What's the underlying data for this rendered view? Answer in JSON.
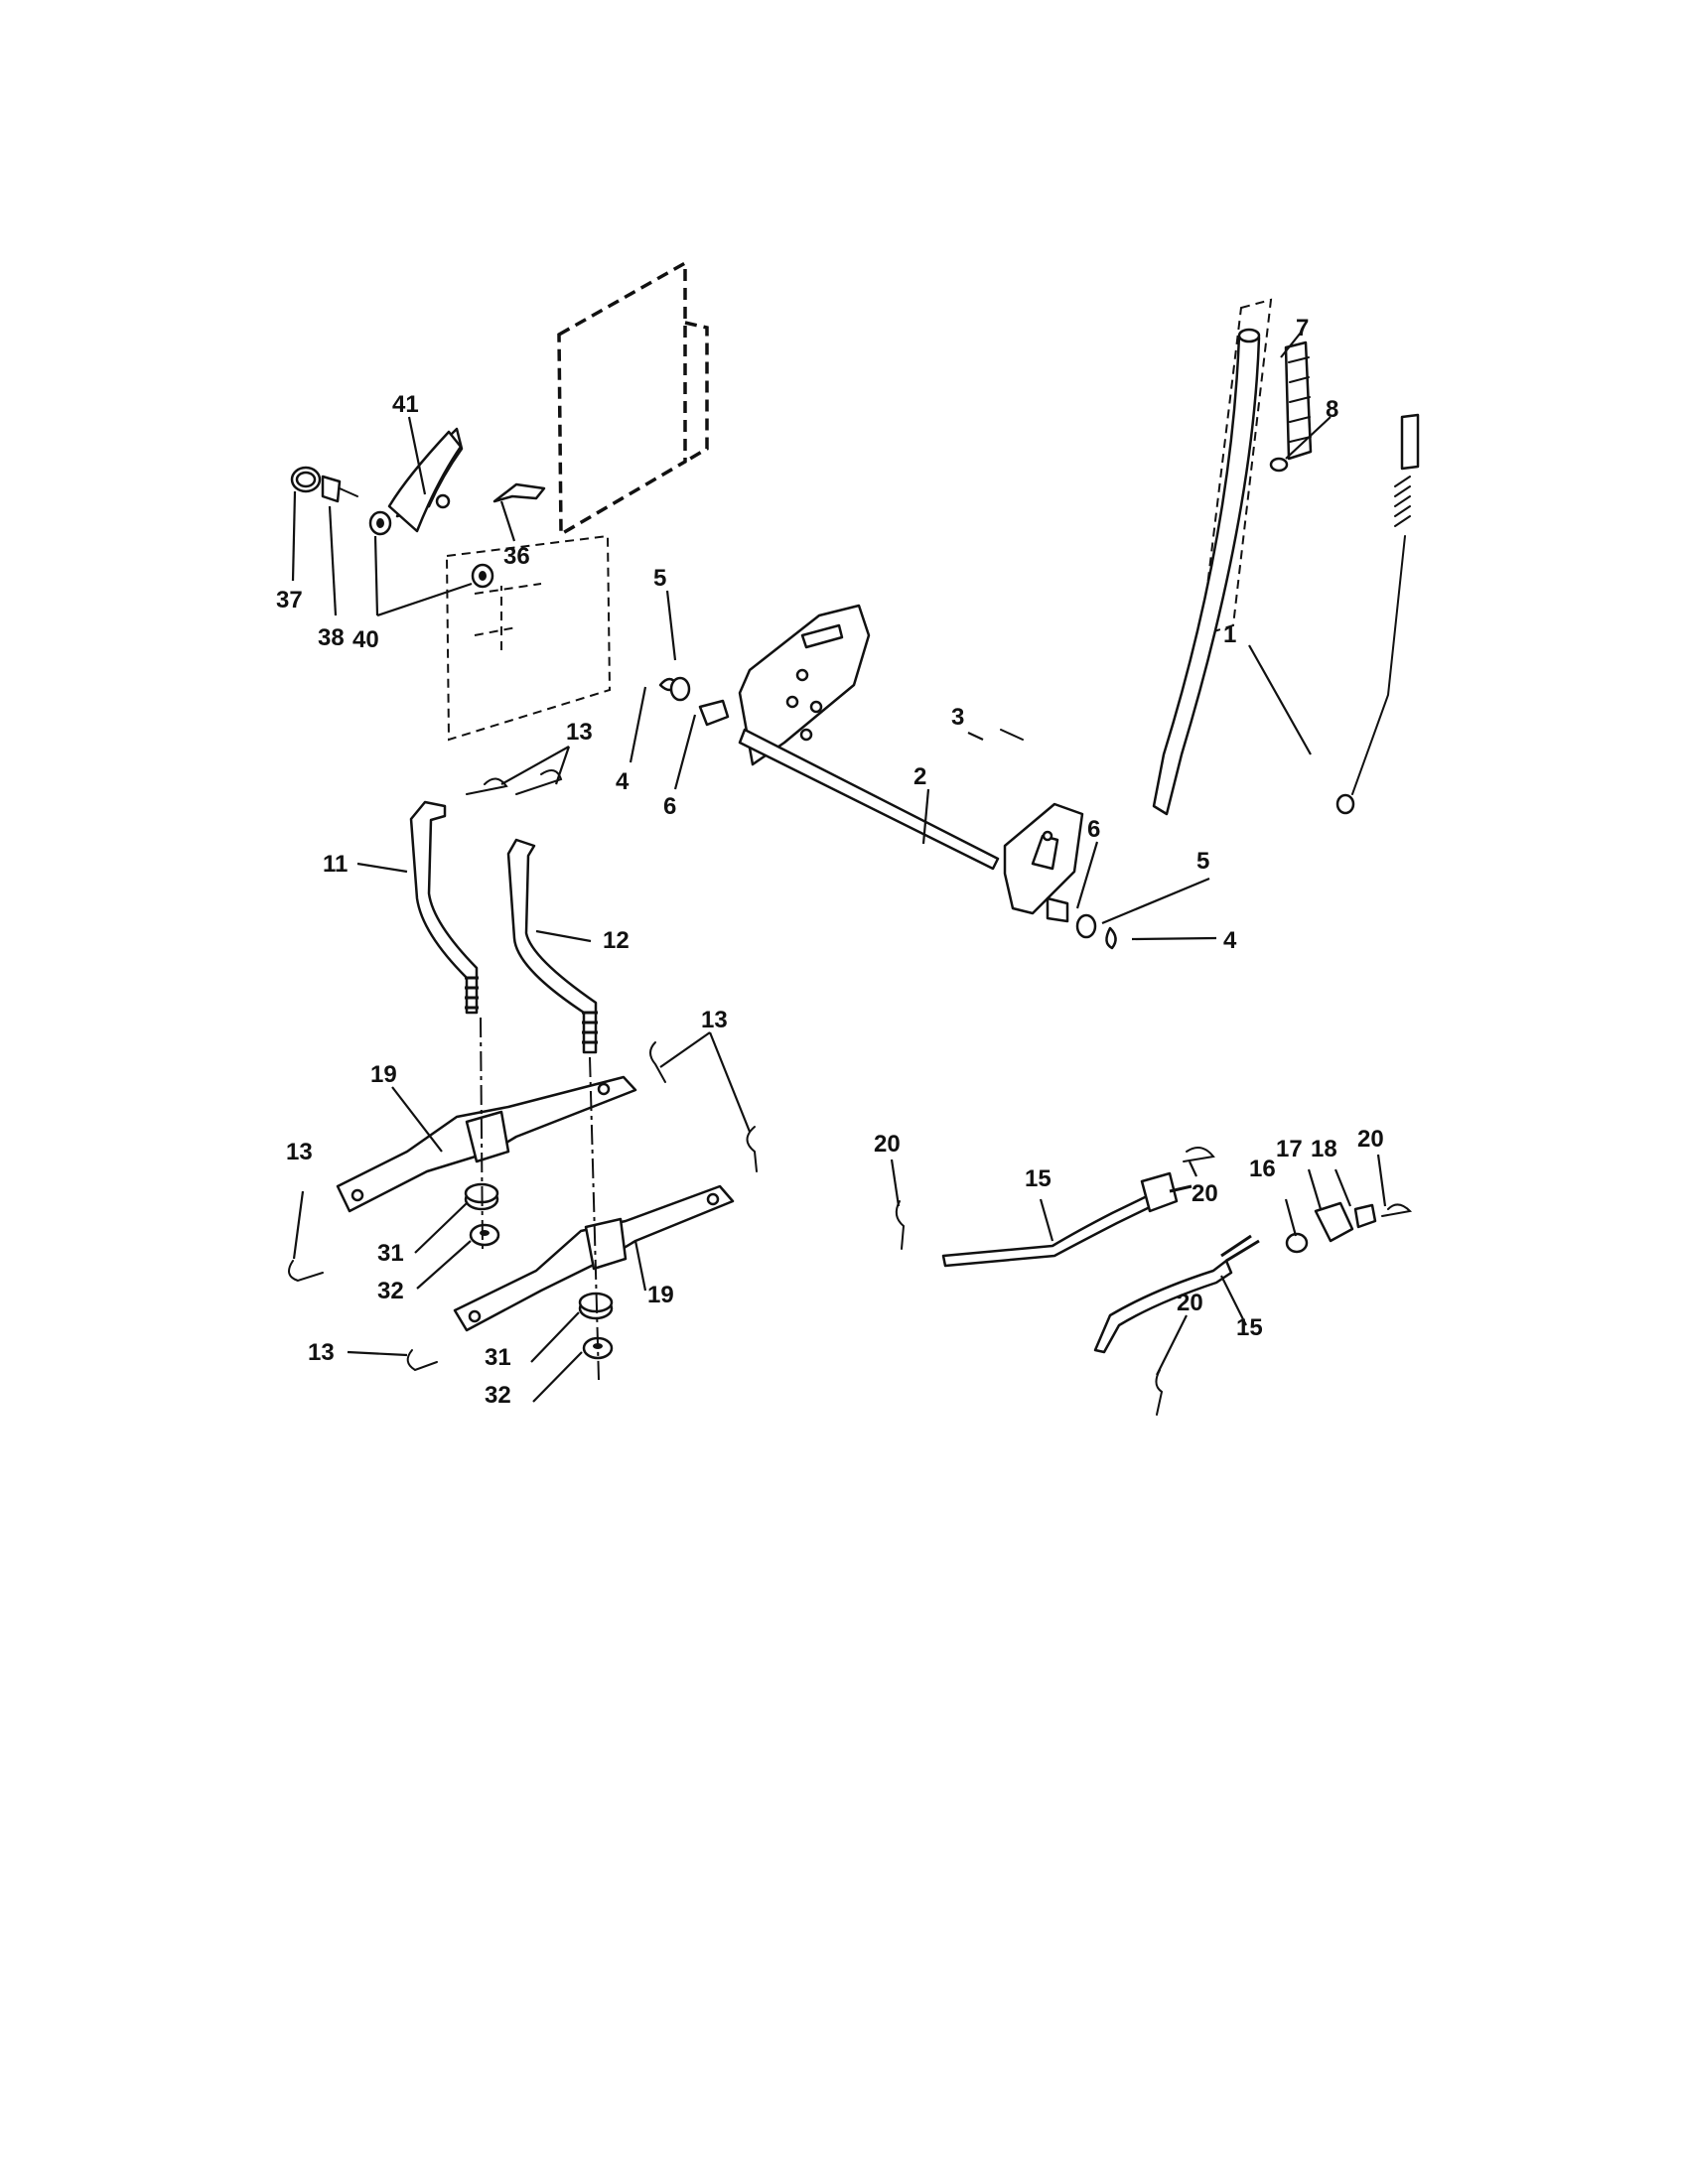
{
  "callouts": [
    {
      "id": "c1",
      "num": "1"
    },
    {
      "id": "c2",
      "num": "2"
    },
    {
      "id": "c3",
      "num": "3"
    },
    {
      "id": "c4a",
      "num": "4"
    },
    {
      "id": "c4b",
      "num": "4"
    },
    {
      "id": "c5a",
      "num": "5"
    },
    {
      "id": "c5b",
      "num": "5"
    },
    {
      "id": "c6a",
      "num": "6"
    },
    {
      "id": "c6b",
      "num": "6"
    },
    {
      "id": "c7",
      "num": "7"
    },
    {
      "id": "c8",
      "num": "8"
    },
    {
      "id": "c11",
      "num": "11"
    },
    {
      "id": "c12",
      "num": "12"
    },
    {
      "id": "c13a",
      "num": "13"
    },
    {
      "id": "c13b",
      "num": "13"
    },
    {
      "id": "c13c",
      "num": "13"
    },
    {
      "id": "c13d",
      "num": "13"
    },
    {
      "id": "c15a",
      "num": "15"
    },
    {
      "id": "c15b",
      "num": "15"
    },
    {
      "id": "c16",
      "num": "16"
    },
    {
      "id": "c17",
      "num": "17"
    },
    {
      "id": "c18",
      "num": "18"
    },
    {
      "id": "c19a",
      "num": "19"
    },
    {
      "id": "c19b",
      "num": "19"
    },
    {
      "id": "c20a",
      "num": "20"
    },
    {
      "id": "c20b",
      "num": "20"
    },
    {
      "id": "c20c",
      "num": "20"
    },
    {
      "id": "c20d",
      "num": "20"
    },
    {
      "id": "c31a",
      "num": "31"
    },
    {
      "id": "c31b",
      "num": "31"
    },
    {
      "id": "c32a",
      "num": "32"
    },
    {
      "id": "c32b",
      "num": "32"
    },
    {
      "id": "c36",
      "num": "36"
    },
    {
      "id": "c37",
      "num": "37"
    },
    {
      "id": "c38",
      "num": "38"
    },
    {
      "id": "c40",
      "num": "40"
    },
    {
      "id": "c41",
      "num": "41"
    }
  ]
}
